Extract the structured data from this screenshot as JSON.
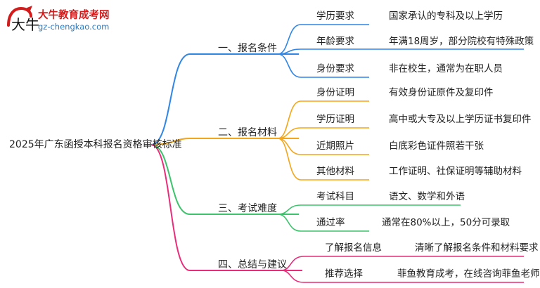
{
  "logo": {
    "title": "大牛教育成考网",
    "url": "gz-chengkao.com"
  },
  "root": "2025年广东函授本科报名资格审核标准",
  "colors": {
    "blue": "#2f86e6",
    "orange": "#f3a619",
    "green": "#3cc36b",
    "red": "#ea2c7a"
  },
  "branches": [
    {
      "label": "一、报名条件",
      "items": [
        {
          "label": "学历要求",
          "value": "国家承认的专科及以上学历"
        },
        {
          "label": "年龄要求",
          "value": "年满18周岁，部分院校有特殊政策"
        },
        {
          "label": "身份要求",
          "value": "非在校生，通常为在职人员"
        }
      ]
    },
    {
      "label": "二、报名材料",
      "items": [
        {
          "label": "身份证明",
          "value": "有效身份证原件及复印件"
        },
        {
          "label": "学历证明",
          "value": "高中或大专及以上学历证书复印件"
        },
        {
          "label": "近期照片",
          "value": "白底彩色证件照若干张"
        },
        {
          "label": "其他材料",
          "value": "工作证明、社保证明等辅助材料"
        }
      ]
    },
    {
      "label": "三、考试难度",
      "items": [
        {
          "label": "考试科目",
          "value": "语文、数学和外语"
        },
        {
          "label": "通过率",
          "value": "通常在80%以上，50分可录取"
        }
      ]
    },
    {
      "label": "四、总结与建议",
      "items": [
        {
          "label": "了解报名信息",
          "value": "清晰了解报名条件和材料要求"
        },
        {
          "label": "推荐选择",
          "value": "菲鱼教育成考，在线咨询菲鱼老师"
        }
      ]
    }
  ]
}
